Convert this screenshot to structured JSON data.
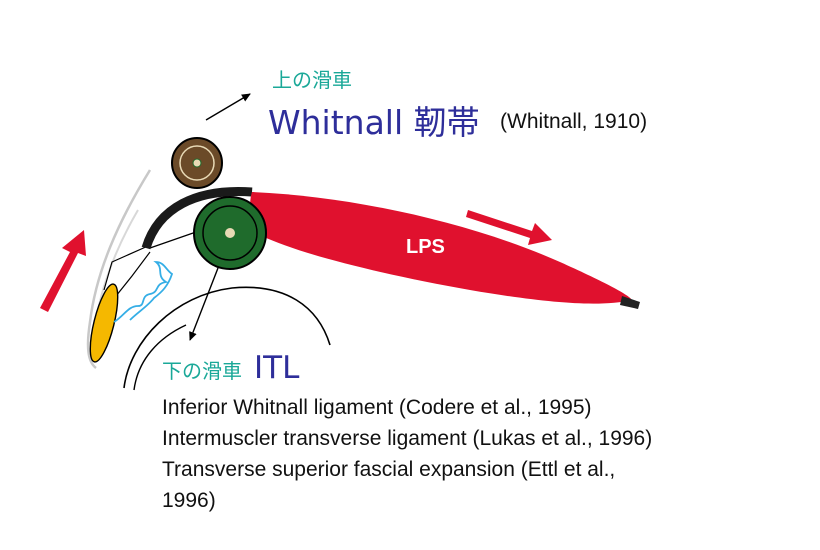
{
  "upper_pulley": {
    "label_jp": "上の滑車",
    "label_en": "Whitnall 靭帯",
    "citation": "(Whitnall, 1910)"
  },
  "lower_pulley": {
    "label_jp": "下の滑車",
    "label_en": "ITL"
  },
  "muscle": {
    "label": "LPS"
  },
  "references": [
    "Inferior Whitnall ligament (Codere et al., 1995)",
    "Intermuscler transverse ligament (Lukas et al., 1996)",
    "Transverse superior fascial expansion  (Ettl et al.,",
    "1996)"
  ],
  "colors": {
    "muscle": "#e0112e",
    "muscle_tip": "#222222",
    "arrow": "#e0112e",
    "upper_pulley": "#6b4a28",
    "lower_pulley": "#1f6b2c",
    "tarsus": "#f5b800",
    "nerve": "#35aee6",
    "japanese_text": "#1aa898",
    "english_title": "#2e2e9a"
  }
}
